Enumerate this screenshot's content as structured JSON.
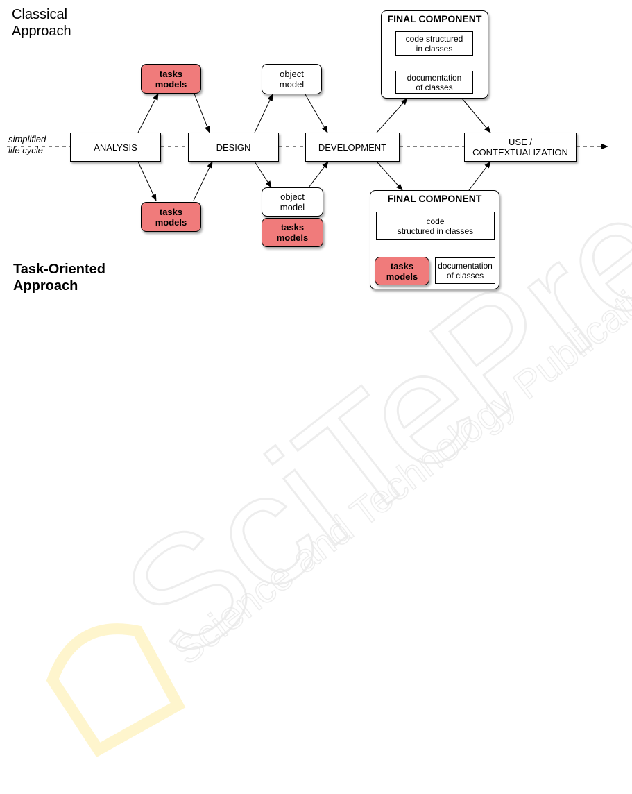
{
  "titles": {
    "classical": [
      "Classical",
      "Approach"
    ],
    "task_oriented": [
      "Task-Oriented",
      "Approach"
    ]
  },
  "side_label": [
    "simplified",
    "life cycle"
  ],
  "stages": {
    "analysis": "ANALYSIS",
    "design": "DESIGN",
    "development": "DEVELOPMENT",
    "use": [
      "USE /",
      "CONTEXTUALIZATION"
    ]
  },
  "classical": {
    "tasks_models": [
      "tasks",
      "models"
    ],
    "object_model": [
      "object",
      "model"
    ],
    "final_component": {
      "title": "FINAL COMPONENT",
      "code": [
        "code structured",
        "in classes"
      ],
      "documentation": [
        "documentation",
        "of classes"
      ]
    }
  },
  "task_oriented": {
    "tasks_models": [
      "tasks",
      "models"
    ],
    "object_model": [
      "object",
      "model"
    ],
    "design_tasks_models": [
      "tasks",
      "models"
    ],
    "final_component": {
      "title": "FINAL COMPONENT",
      "code": [
        "code",
        "structured in classes"
      ],
      "tasks_models": [
        "tasks",
        "models"
      ],
      "documentation": [
        "documentation",
        "of classes"
      ]
    }
  },
  "watermark": {
    "big": "SciTePress",
    "small": "Science and Technology Publications"
  },
  "colors": {
    "tasks_fill": "#f07b7b",
    "red_arrow": "#e0291b",
    "watermark": "#eeeeee",
    "logo_yellow": "#fdf1b8"
  }
}
